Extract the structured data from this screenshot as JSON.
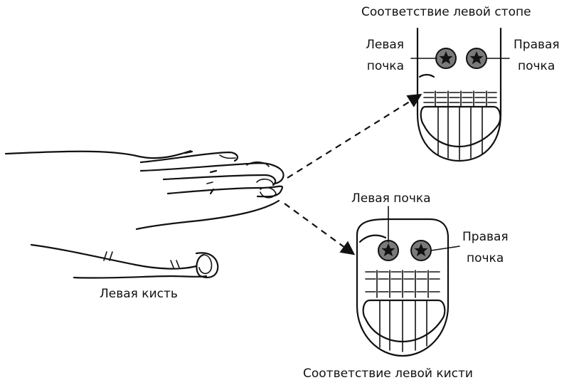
{
  "labels": {
    "left_hand": "Левая кисть",
    "foot_match_title": "Соответствие левой стопе",
    "hand_match_title": "Соответствие левой кисти",
    "top_left_kidney": [
      "Левая",
      "почка"
    ],
    "top_right_kidney": [
      "Правая",
      "почка"
    ],
    "bottom_left_kidney": "Левая почка",
    "bottom_right_kidney": [
      "Правая",
      "почка"
    ]
  },
  "icons": {
    "kidney_point": "star-in-circle-icon",
    "arrow": "dashed-arrow-icon"
  },
  "colors": {
    "ink": "#111111",
    "kidney_fill": "#7a7a7a"
  }
}
